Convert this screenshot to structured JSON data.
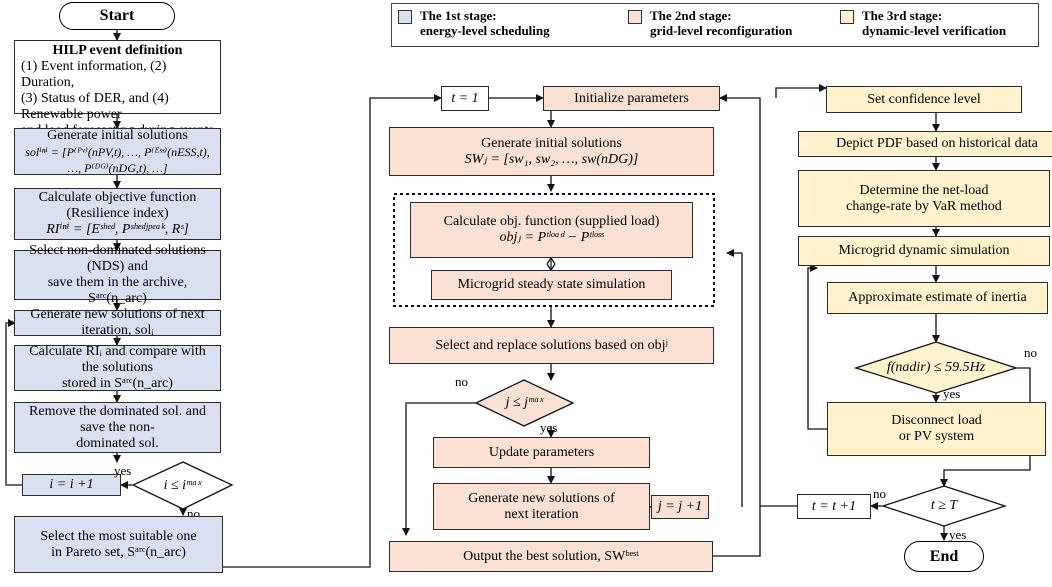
{
  "legend": [
    {
      "title": "The 1st stage:",
      "subtitle": "energy-level scheduling",
      "color": "#d8e0f1"
    },
    {
      "title": "The 2nd stage:",
      "subtitle": "grid-level reconfiguration",
      "color": "#fbe0d4"
    },
    {
      "title": "The 3rd stage:",
      "subtitle": "dynamic-level verification",
      "color": "#fff2cc"
    }
  ],
  "stage1": {
    "start": "Start",
    "event_title": "HILP event definition",
    "event_lines": [
      "(1) Event information, (2) Duration,",
      "(3) Status of DER, and (4) Renewable power",
      "and load forecasting during events"
    ],
    "gen_init": "Generate initial solutions",
    "gen_init_formula": "solⁱⁿⁱ = [P⁽ᴾᵛ⁾(nPV,t), …, P⁽ᴱˢˢ⁾(nESS,t), …, P⁽ᴰᴳ⁾(nDG,t), …]",
    "calc_obj": "Calculate objective function (Resilience index)",
    "calc_obj_formula": "RIⁱⁿⁱ = [Eˢʰᵉᵈ, Pˢʰᵉᵈʲᵖᵉᵃᵏ, Rˢ]",
    "select_nds_1": "Select non-dominated solutions (NDS) and",
    "select_nds_2": "save them in the archive, Sᵃʳᶜ(n_arc)",
    "gen_new": "Generate new solutions of next iteration, solᵢ",
    "calc_ri_1": "Calculate RIᵢ and compare with the solutions",
    "calc_ri_2": "stored in Sᵃʳᶜ(n_arc)",
    "remove_1": "Remove the dominated sol. and save the non-",
    "remove_2": "dominated sol.",
    "incr": "i = i +1",
    "decision": "i ≤ iᵐᵃˣ",
    "yes": "yes",
    "no": "no",
    "select_best_1": "Select the most suitable one",
    "select_best_2": "in Pareto set, Sᵃʳᶜ(n_arc)"
  },
  "stage2": {
    "t1": "t = 1",
    "init": "Initialize parameters",
    "gen_init": "Generate initial solutions",
    "gen_init_formula": "SWⱼ = [sw₁, sw₂, …, sw(nDG)]",
    "calc_obj": "Calculate obj. function (supplied load)",
    "calc_obj_formula": "objⱼ = Pᵗˡᵒᵃᵈ − Pᵗˡᵒˢˢ",
    "steady": "Microgrid steady state simulation",
    "select_replace": "Select and replace solutions based on objʲ",
    "decision": "j ≤ jᵐᵃˣ",
    "yes": "yes",
    "no": "no",
    "update": "Update parameters",
    "gen_new_1": "Generate new solutions of",
    "gen_new_2": "next iteration",
    "incr": "j = j +1",
    "output": "Output the best solution, SWᵇᵉˢᵗ"
  },
  "stage3": {
    "confidence": "Set confidence level",
    "pdf": "Depict PDF based on historical data",
    "netload_1": "Determine the net-load",
    "netload_2": "change-rate by VaR method",
    "dynamic": "Microgrid dynamic simulation",
    "inertia": "Approximate estimate of inertia",
    "decision": "f(nadir) ≤ 59.5Hz",
    "yes": "yes",
    "no": "no",
    "disconnect_1": "Disconnect load",
    "disconnect_2": "or PV system",
    "incr": "t = t +1",
    "decision_t": "t ≥ T",
    "yes_t": "yes",
    "no_t": "no",
    "end": "End"
  }
}
